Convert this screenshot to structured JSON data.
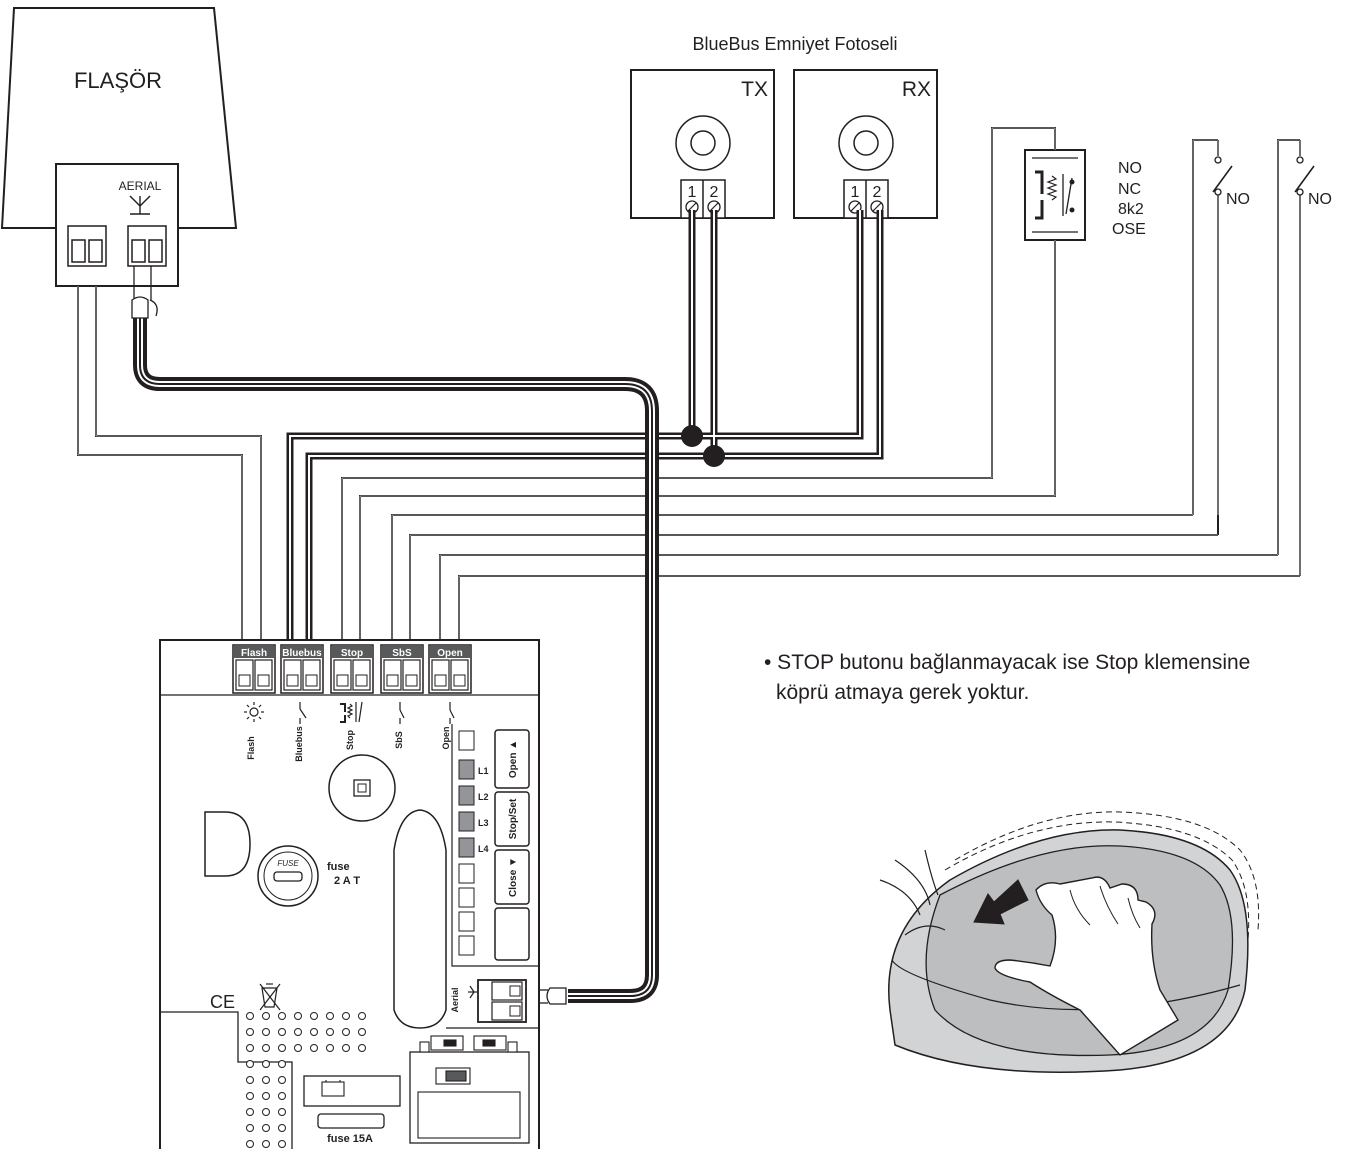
{
  "flasher": {
    "title": "FLAŞÖR",
    "aerial_label": "AERIAL"
  },
  "photocell": {
    "title": "BlueBus Emniyet Fotoseli",
    "tx": "TX",
    "rx": "RX",
    "pin1": "1",
    "pin2": "2"
  },
  "safety_edge": {
    "types": [
      "NO",
      "NC",
      "8k2",
      "OSE"
    ]
  },
  "pushbuttons": {
    "label_1": "NO",
    "label_2": "NO"
  },
  "terminals": {
    "flash": "Flash",
    "bluebus": "Bluebus",
    "stop": "Stop",
    "sbs": "SbS",
    "open": "Open"
  },
  "board": {
    "leds": [
      "L1",
      "L2",
      "L3",
      "L4"
    ],
    "buttons": {
      "open": "Open ▲",
      "stopset": "Stop/Set",
      "close": "Close ▼"
    },
    "fuse_word": "FUSE",
    "fuse_label": "fuse",
    "fuse_rating": "2 A T",
    "aerial": "Aerial",
    "ce": "CE",
    "battery_fuse": "fuse 15A"
  },
  "note": {
    "line1": "• STOP butonu bağlanmayacak ise Stop klemensine",
    "line2": "köprü atmaya gerek yoktur."
  }
}
